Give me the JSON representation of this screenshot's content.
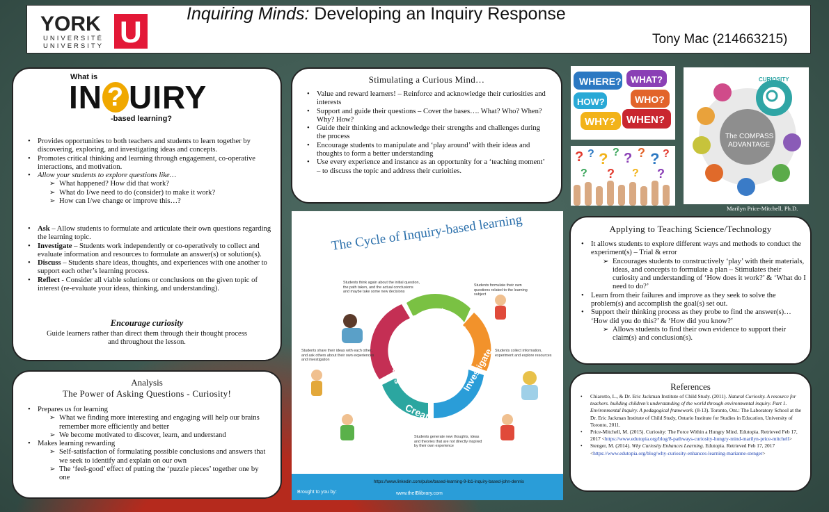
{
  "header": {
    "logo": {
      "word": "YORK",
      "mark": "U",
      "line1": "UNIVERSITÉ",
      "line2": "UNIVERSITY"
    },
    "title_italic": "Inquiring Minds:",
    "title_rest": " Developing an Inquiry Response",
    "author": "Tony Mac (214663215)"
  },
  "inquiry_panel": {
    "logo_top": "What is",
    "logo_main_a": "IN",
    "logo_main_q": "?",
    "logo_main_b": "UIRY",
    "logo_bottom": "-based learning?",
    "bullets": [
      "Provides opportunities to both teachers and students to learn together by discovering, exploring, and investigating ideas and concepts.",
      "Promotes critical thinking and learning through engagement, co-operative interactions, and motivation.",
      "Allow your students to explore questions like…"
    ],
    "questions": [
      "What happened? How did that work?",
      "What do I/we need to do (consider) to make it work?",
      "How can I/we change or improve this…?"
    ],
    "steps": [
      {
        "term": "Ask",
        "text": " – Allow students to formulate and articulate their own questions regarding the learning topic."
      },
      {
        "term": "Investigate",
        "text": " – Students work independently or co-operatively to collect and evaluate information and resources to formulate an answer(s) or solution(s)."
      },
      {
        "term": "Discuss",
        "text": " – Students share ideas, thoughts, and experiences with one another to support each other’s learning process."
      },
      {
        "term": "Reflect",
        "text": "  - Consider all viable solutions or conclusions on the given topic of interest (re-evaluate your ideas, thinking, and understanding)."
      }
    ],
    "encourage_heading": "Encourage curiosity",
    "encourage_text": "Guide learners rather than direct them through their thought process and throughout the lesson."
  },
  "analysis_panel": {
    "heading1": "Analysis",
    "heading2": "The Power of Asking Questions - Curiosity!",
    "bullet1": "Prepares us for learning",
    "sub1": [
      "What we finding more interesting and engaging will help our brains remember more efficiently and better",
      " We become motivated to discover, learn, and understand"
    ],
    "bullet2": "Makes learning rewarding",
    "sub2": [
      "Self-satisfaction of formulating possible conclusions and answers that we seek to identify and explain on our own",
      "The ‘feel-good’ effect of putting the ‘puzzle pieces’ together one by one"
    ]
  },
  "curious_panel": {
    "heading": "Stimulating a Curious Mind…",
    "bullets": [
      "Value and reward learners! – Reinforce and acknowledge their curiosities and interests",
      "Support and guide their questions – Cover the bases…. What? Who? When? Why? How?",
      "Guide their thinking and acknowledge their strengths and challenges during the process",
      "Encourage students to manipulate and ‘play around’ with their ideas and thoughts to form a better understanding",
      "Use every experience and instance as an opportunity for a ‘teaching moment’ – to discuss the topic and address their curioities."
    ]
  },
  "question_words": {
    "w1": "WHERE?",
    "w2": "WHAT?",
    "w3": "HOW?",
    "w4": "WHO?",
    "w5": "WHY?",
    "w6": "WHEN?"
  },
  "compass": {
    "top": "CURIOSITY",
    "line1": "The COMPASS",
    "line2": "ADVANTAGE",
    "credit": "Marilyn Price-Mitchell, Ph.D."
  },
  "cycle": {
    "title": "The Cycle of Inquiry-based learning",
    "steps": [
      "Ask",
      "Investigate",
      "Create",
      "Discuss",
      "Reflect"
    ],
    "note1": "Students think again about the initial question, the path taken, and the actual conclusions and maybe take some new decisions",
    "note2": "Students formulate their own questions related to the learning subject",
    "note3": "Students share their ideas with each other, and ask others about their own experiences and investigation",
    "note4": "Students collect information, experiment and explore resources",
    "note5": "Students generate new thoughts, ideas and theories that are not directly inspired by their own experience",
    "url": "https://www.linkedin.com/pulse/based-learning-9-ib1-inquiry-based-john-dennis",
    "brought": "Brought to you by:",
    "site": "www.theIBlibrary.com"
  },
  "applying_panel": {
    "heading": "Applying to Teaching Science/Technology",
    "b1": "It allows students to explore different ways and methods to conduct the experiment(s) – Trial & error",
    "s1": "Encourages students to constructively ‘play’ with their materials, ideas, and concepts to formulate a plan – Stimulates their curiosity and understanding of  ‘How does it work?’ & ‘What do I need to do?’",
    "b2": "Learn from their failures and improve as they seek to solve the problem(s) and  accomplish the goal(s) set out.",
    "b3": "Support their thinking process as they probe to find the answer(s)… ‘How did you do this?’ & ‘How did you know?’",
    "s3": "Allows students to find their own evidence to support their claim(s) and conclusion(s)."
  },
  "references_panel": {
    "heading": "References",
    "refs": [
      {
        "pre": "Chiarotto, L., & Dr. Eric Jackman Institute of Child Study. (2011). ",
        "ital": "Natural Curiosity. A resource for teachers. building children’s understanding of the world through environmental inquiry. Part 1. Environmental Inquiry. A pedagogical framework.",
        "post": " (8-13). Toronto, Ont.: The Laboratory School at the Dr. Eric Jackman Institute of Child Study, Ontario Institute for Studies in Education, University of Toronto, 2011."
      },
      {
        "pre": "Price-Mitchell, M. (2015). Curiosity: The Force Within a Hungry Mind. Edutopia. Retrieved Feb 17, 2017 <",
        "link": "https://www.edutopia.org/blog/8-pathways-curiosity-hungry-mind-marilyn-price-mitchell",
        "post": ">"
      },
      {
        "pre": "Stenger, M. (2014). ",
        "ital": "Why Curiosity Enhances Learning",
        "post": ". Edutopia. Retrieved Feb 17, 2017 <",
        "link": "https://www.edutopia.org/blog/why-curiosity-enhances-learning-marianne-stenger",
        "post2": ">"
      }
    ]
  }
}
